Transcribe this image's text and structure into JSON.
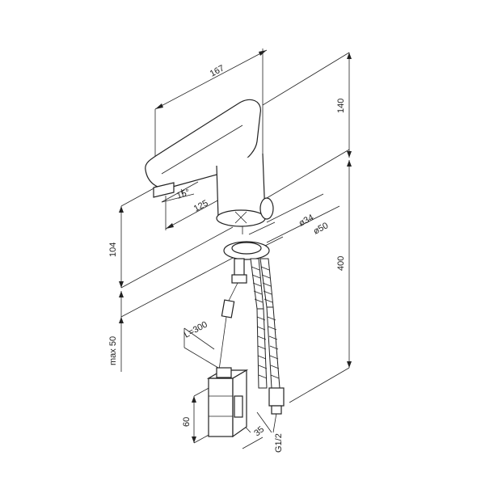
{
  "dimensions": {
    "spout_length": "167",
    "top_height": "140",
    "reach": "125",
    "angle": "15°",
    "body_height": "104",
    "diameter_inner": "ø34",
    "diameter_outer": "ø50",
    "total_height": "400",
    "max_depth": "max 50",
    "hose_length": "L=300",
    "box_height": "60",
    "box_width": "35",
    "thread": "G1/2"
  }
}
